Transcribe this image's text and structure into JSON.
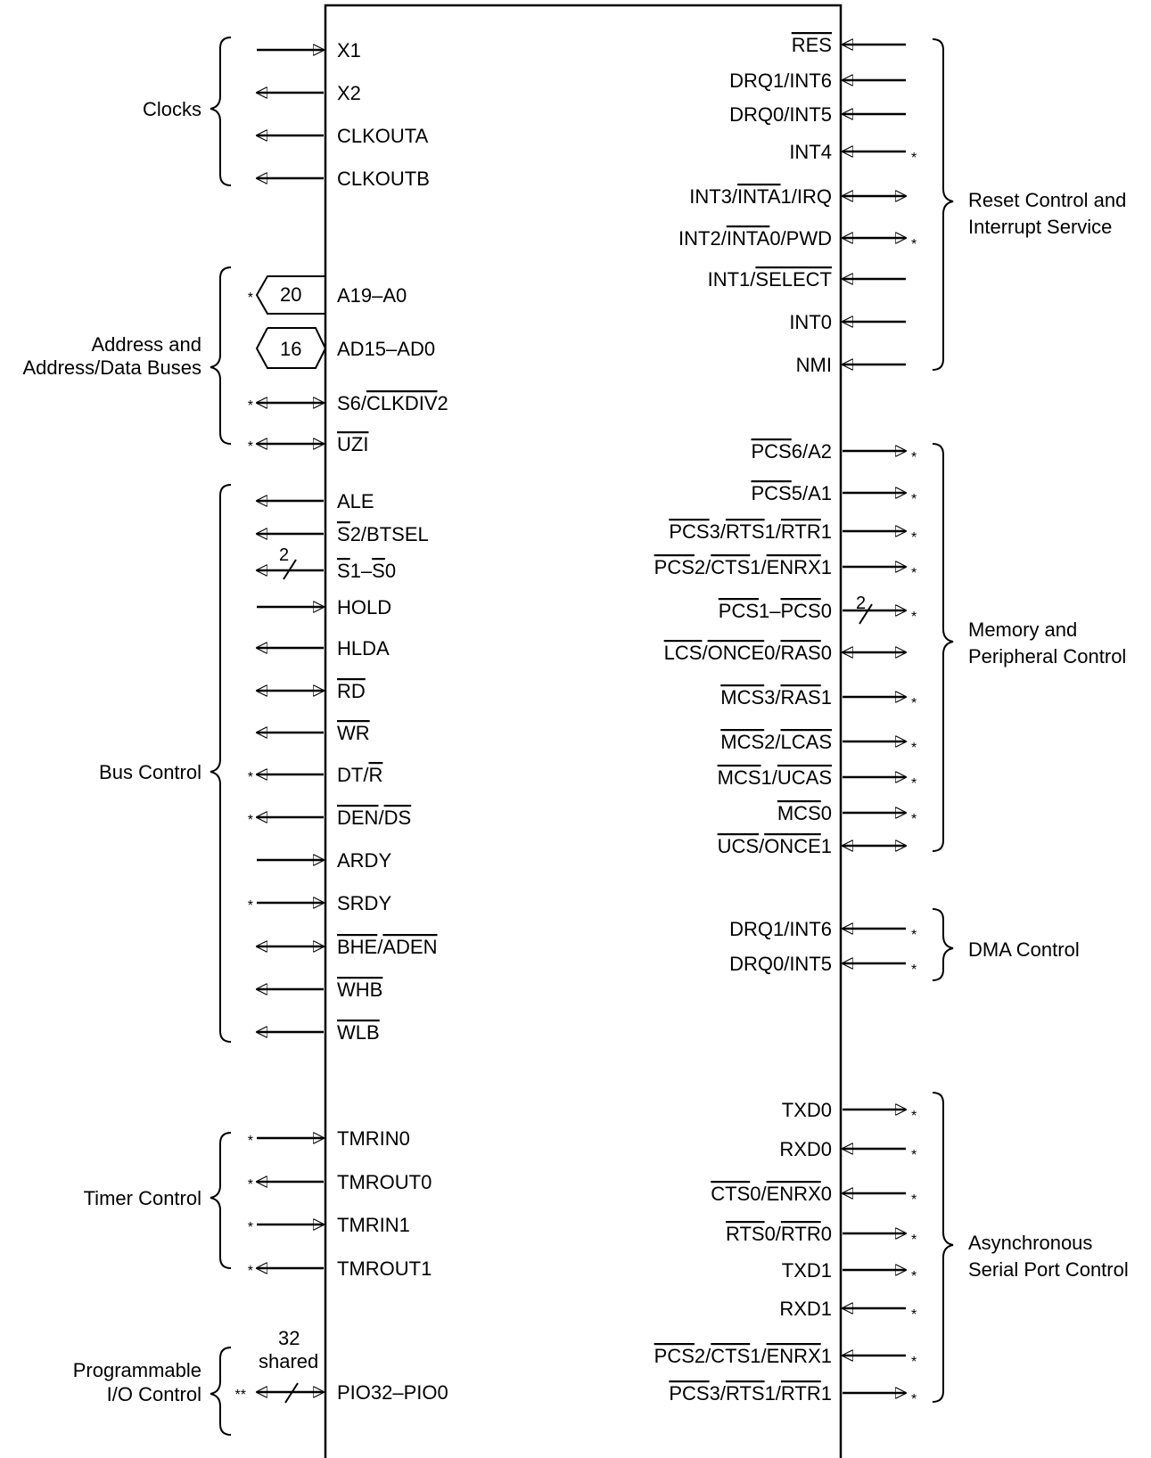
{
  "groups": {
    "clocks": "Clocks",
    "address_1": "Address and",
    "address_2": "Address/Data Buses",
    "bus_control": "Bus Control",
    "timer_control": "Timer Control",
    "pio_1": "Programmable",
    "pio_2": "I/O Control",
    "reset_1": "Reset Control and",
    "reset_2": "Interrupt Service",
    "memory_1": "Memory and",
    "memory_2": "Peripheral Control",
    "dma_control": "DMA Control",
    "async_1": "Asynchronous",
    "async_2": "Serial Port Control"
  },
  "left": {
    "bus_a_width": "20",
    "bus_ad_width": "16",
    "s1_count": "2",
    "pio_count": "32",
    "pio_shared": "shared",
    "pins": [
      {
        "segs": [
          {
            "t": "X1"
          }
        ],
        "dir": "in",
        "star": ""
      },
      {
        "segs": [
          {
            "t": "X2"
          }
        ],
        "dir": "out",
        "star": ""
      },
      {
        "segs": [
          {
            "t": "CLKOUTA"
          }
        ],
        "dir": "out",
        "star": ""
      },
      {
        "segs": [
          {
            "t": "CLKOUTB"
          }
        ],
        "dir": "out",
        "star": ""
      },
      {
        "segs": [
          {
            "t": "A19–A0"
          }
        ],
        "dir": "bus",
        "star": "*"
      },
      {
        "segs": [
          {
            "t": "AD15–AD0"
          }
        ],
        "dir": "bus",
        "star": ""
      },
      {
        "segs": [
          {
            "t": "S6/"
          },
          {
            "t": "CLKDIV",
            "o": true
          },
          {
            "t": "2"
          }
        ],
        "dir": "bi",
        "star": "*"
      },
      {
        "segs": [
          {
            "t": "UZI",
            "o": true
          }
        ],
        "dir": "bi",
        "star": "*"
      },
      {
        "segs": [
          {
            "t": "ALE"
          }
        ],
        "dir": "out",
        "star": ""
      },
      {
        "segs": [
          {
            "t": "S",
            "o": true
          },
          {
            "t": "2/BTSEL"
          }
        ],
        "dir": "out",
        "star": ""
      },
      {
        "segs": [
          {
            "t": "S",
            "o": true
          },
          {
            "t": "1–"
          },
          {
            "t": "S",
            "o": true
          },
          {
            "t": "0"
          }
        ],
        "dir": "out",
        "star": ""
      },
      {
        "segs": [
          {
            "t": "HOLD"
          }
        ],
        "dir": "in",
        "star": ""
      },
      {
        "segs": [
          {
            "t": "HLDA"
          }
        ],
        "dir": "out",
        "star": ""
      },
      {
        "segs": [
          {
            "t": "RD",
            "o": true
          }
        ],
        "dir": "bi",
        "star": ""
      },
      {
        "segs": [
          {
            "t": "WR",
            "o": true
          }
        ],
        "dir": "out",
        "star": ""
      },
      {
        "segs": [
          {
            "t": "DT/"
          },
          {
            "t": "R",
            "o": true
          }
        ],
        "dir": "out",
        "star": "*"
      },
      {
        "segs": [
          {
            "t": "DEN",
            "o": true
          },
          {
            "t": "/"
          },
          {
            "t": "DS",
            "o": true
          }
        ],
        "dir": "out",
        "star": "*"
      },
      {
        "segs": [
          {
            "t": "ARDY"
          }
        ],
        "dir": "in",
        "star": ""
      },
      {
        "segs": [
          {
            "t": "SRDY"
          }
        ],
        "dir": "in",
        "star": "*"
      },
      {
        "segs": [
          {
            "t": "BHE",
            "o": true
          },
          {
            "t": "/"
          },
          {
            "t": "ADEN",
            "o": true
          }
        ],
        "dir": "bi",
        "star": ""
      },
      {
        "segs": [
          {
            "t": "WHB",
            "o": true
          }
        ],
        "dir": "out",
        "star": ""
      },
      {
        "segs": [
          {
            "t": "WLB",
            "o": true
          }
        ],
        "dir": "out",
        "star": ""
      },
      {
        "segs": [
          {
            "t": "TMRIN0"
          }
        ],
        "dir": "in",
        "star": "*"
      },
      {
        "segs": [
          {
            "t": "TMROUT0"
          }
        ],
        "dir": "out",
        "star": "*"
      },
      {
        "segs": [
          {
            "t": "TMRIN1"
          }
        ],
        "dir": "in",
        "star": "*"
      },
      {
        "segs": [
          {
            "t": "TMROUT1"
          }
        ],
        "dir": "out",
        "star": "*"
      },
      {
        "segs": [
          {
            "t": "PIO32–PIO0"
          }
        ],
        "dir": "bi",
        "star": "**"
      }
    ]
  },
  "right": {
    "pcs_count": "2",
    "pins": [
      {
        "segs": [
          {
            "t": "RES",
            "o": true
          }
        ],
        "dir": "in",
        "star": ""
      },
      {
        "segs": [
          {
            "t": "DRQ1/INT6"
          }
        ],
        "dir": "in",
        "star": ""
      },
      {
        "segs": [
          {
            "t": "DRQ0/INT5"
          }
        ],
        "dir": "in",
        "star": ""
      },
      {
        "segs": [
          {
            "t": "INT4"
          }
        ],
        "dir": "in",
        "star": "*"
      },
      {
        "segs": [
          {
            "t": "INT3/"
          },
          {
            "t": "INTA",
            "o": true
          },
          {
            "t": "1/IRQ"
          }
        ],
        "dir": "bi",
        "star": ""
      },
      {
        "segs": [
          {
            "t": "INT2/"
          },
          {
            "t": "INTA",
            "o": true
          },
          {
            "t": "0/PWD"
          }
        ],
        "dir": "bi",
        "star": "*"
      },
      {
        "segs": [
          {
            "t": "INT1/"
          },
          {
            "t": "SELECT",
            "o": true
          }
        ],
        "dir": "in",
        "star": ""
      },
      {
        "segs": [
          {
            "t": "INT0"
          }
        ],
        "dir": "in",
        "star": ""
      },
      {
        "segs": [
          {
            "t": "NMI"
          }
        ],
        "dir": "in",
        "star": ""
      },
      {
        "segs": [
          {
            "t": "PCS",
            "o": true
          },
          {
            "t": "6/A2"
          }
        ],
        "dir": "out",
        "star": "*"
      },
      {
        "segs": [
          {
            "t": "PCS",
            "o": true
          },
          {
            "t": "5/A1"
          }
        ],
        "dir": "out",
        "star": "*"
      },
      {
        "segs": [
          {
            "t": "PCS",
            "o": true
          },
          {
            "t": "3/"
          },
          {
            "t": "RTS",
            "o": true
          },
          {
            "t": "1/"
          },
          {
            "t": "RTR",
            "o": true
          },
          {
            "t": "1"
          }
        ],
        "dir": "out",
        "star": "*"
      },
      {
        "segs": [
          {
            "t": "PCS",
            "o": true
          },
          {
            "t": "2/"
          },
          {
            "t": "CTS",
            "o": true
          },
          {
            "t": "1/"
          },
          {
            "t": "ENRX",
            "o": true
          },
          {
            "t": "1"
          }
        ],
        "dir": "out",
        "star": "*"
      },
      {
        "segs": [
          {
            "t": "PCS",
            "o": true
          },
          {
            "t": "1–"
          },
          {
            "t": "PCS",
            "o": true
          },
          {
            "t": "0"
          }
        ],
        "dir": "out",
        "star": "*"
      },
      {
        "segs": [
          {
            "t": "LCS",
            "o": true
          },
          {
            "t": "/"
          },
          {
            "t": "ONCE",
            "o": true
          },
          {
            "t": "0/"
          },
          {
            "t": "RAS",
            "o": true
          },
          {
            "t": "0"
          }
        ],
        "dir": "bi",
        "star": ""
      },
      {
        "segs": [
          {
            "t": "MCS",
            "o": true
          },
          {
            "t": "3/"
          },
          {
            "t": "RAS",
            "o": true
          },
          {
            "t": "1"
          }
        ],
        "dir": "out",
        "star": "*"
      },
      {
        "segs": [
          {
            "t": "MCS",
            "o": true
          },
          {
            "t": "2/"
          },
          {
            "t": "LCAS",
            "o": true
          }
        ],
        "dir": "out",
        "star": "*"
      },
      {
        "segs": [
          {
            "t": "MCS",
            "o": true
          },
          {
            "t": "1/"
          },
          {
            "t": "UCAS",
            "o": true
          }
        ],
        "dir": "out",
        "star": "*"
      },
      {
        "segs": [
          {
            "t": "MCS",
            "o": true
          },
          {
            "t": "0"
          }
        ],
        "dir": "out",
        "star": "*"
      },
      {
        "segs": [
          {
            "t": "UCS",
            "o": true
          },
          {
            "t": "/"
          },
          {
            "t": "ONCE",
            "o": true
          },
          {
            "t": "1"
          }
        ],
        "dir": "bi",
        "star": ""
      },
      {
        "segs": [
          {
            "t": "DRQ1/INT6"
          }
        ],
        "dir": "in",
        "star": "*"
      },
      {
        "segs": [
          {
            "t": "DRQ0/INT5"
          }
        ],
        "dir": "in",
        "star": "*"
      },
      {
        "segs": [
          {
            "t": "TXD0"
          }
        ],
        "dir": "out",
        "star": "*"
      },
      {
        "segs": [
          {
            "t": "RXD0"
          }
        ],
        "dir": "in",
        "star": "*"
      },
      {
        "segs": [
          {
            "t": "CTS",
            "o": true
          },
          {
            "t": "0/"
          },
          {
            "t": "ENRX",
            "o": true
          },
          {
            "t": "0"
          }
        ],
        "dir": "in",
        "star": "*"
      },
      {
        "segs": [
          {
            "t": "RTS",
            "o": true
          },
          {
            "t": "0/"
          },
          {
            "t": "RTR",
            "o": true
          },
          {
            "t": "0"
          }
        ],
        "dir": "out",
        "star": "*"
      },
      {
        "segs": [
          {
            "t": "TXD1"
          }
        ],
        "dir": "out",
        "star": "*"
      },
      {
        "segs": [
          {
            "t": "RXD1"
          }
        ],
        "dir": "in",
        "star": "*"
      },
      {
        "segs": [
          {
            "t": "PCS",
            "o": true
          },
          {
            "t": "2/"
          },
          {
            "t": "CTS",
            "o": true
          },
          {
            "t": "1/"
          },
          {
            "t": "ENRX",
            "o": true
          },
          {
            "t": "1"
          }
        ],
        "dir": "in",
        "star": "*"
      },
      {
        "segs": [
          {
            "t": "PCS",
            "o": true
          },
          {
            "t": "3/"
          },
          {
            "t": "RTS",
            "o": true
          },
          {
            "t": "1/"
          },
          {
            "t": "RTR",
            "o": true
          },
          {
            "t": "1"
          }
        ],
        "dir": "out",
        "star": "*"
      }
    ]
  }
}
